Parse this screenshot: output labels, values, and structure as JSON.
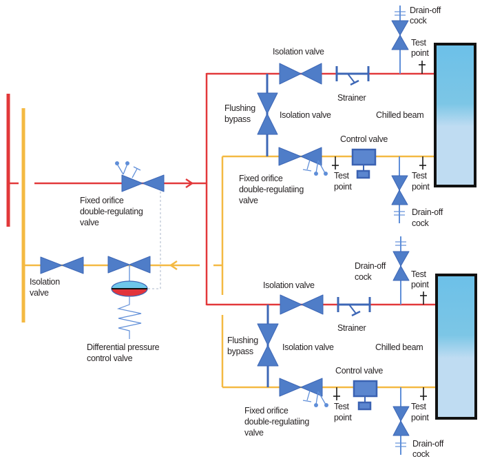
{
  "colors": {
    "flow_pipe": "#e2383a",
    "return_pipe": "#f4b942",
    "valve_fill": "#4f7dc8",
    "valve_stroke": "#3d67b6",
    "beam_top": "#6cc0e8",
    "beam_bottom": "#bfdcf2"
  },
  "left": {
    "fodrv_label": [
      "Fixed orifice",
      "double-regulating",
      "valve"
    ],
    "isolation_label": [
      "Isolation",
      "valve"
    ],
    "dpcv_label": [
      "Differential pressure",
      "control valve"
    ]
  },
  "circuits": [
    {
      "drain_top": [
        "Drain-off",
        "cock"
      ],
      "test_top": [
        "Test",
        "point"
      ],
      "isolation_flow": "Isolation valve",
      "strainer": "Strainer",
      "bypass": [
        "Flushing",
        "bypass"
      ],
      "isolation_bypass": "Isolation valve",
      "beam": "Chilled beam",
      "control_valve": "Control valve",
      "fodrv": [
        "Fixed orifice",
        "double-regulatiing",
        "valve"
      ],
      "test_return_left": [
        "Test",
        "point"
      ],
      "test_return_right": [
        "Test",
        "point"
      ],
      "drain_bottom": [
        "Drain-off",
        "cock"
      ]
    },
    {
      "drain_top": [
        "Drain-off",
        "cock"
      ],
      "test_top": [
        "Test",
        "point"
      ],
      "isolation_flow": "Isolation valve",
      "strainer": "Strainer",
      "bypass": [
        "Flushing",
        "bypass"
      ],
      "isolation_bypass": "Isolation valve",
      "beam": "Chilled beam",
      "control_valve": "Control valve",
      "fodrv": [
        "Fixed orifice",
        "double-regulatiing",
        "valve"
      ],
      "test_return_left": [
        "Test",
        "point"
      ],
      "test_return_right": [
        "Test",
        "point"
      ],
      "drain_bottom": [
        "Drain-off",
        "cock"
      ]
    }
  ]
}
